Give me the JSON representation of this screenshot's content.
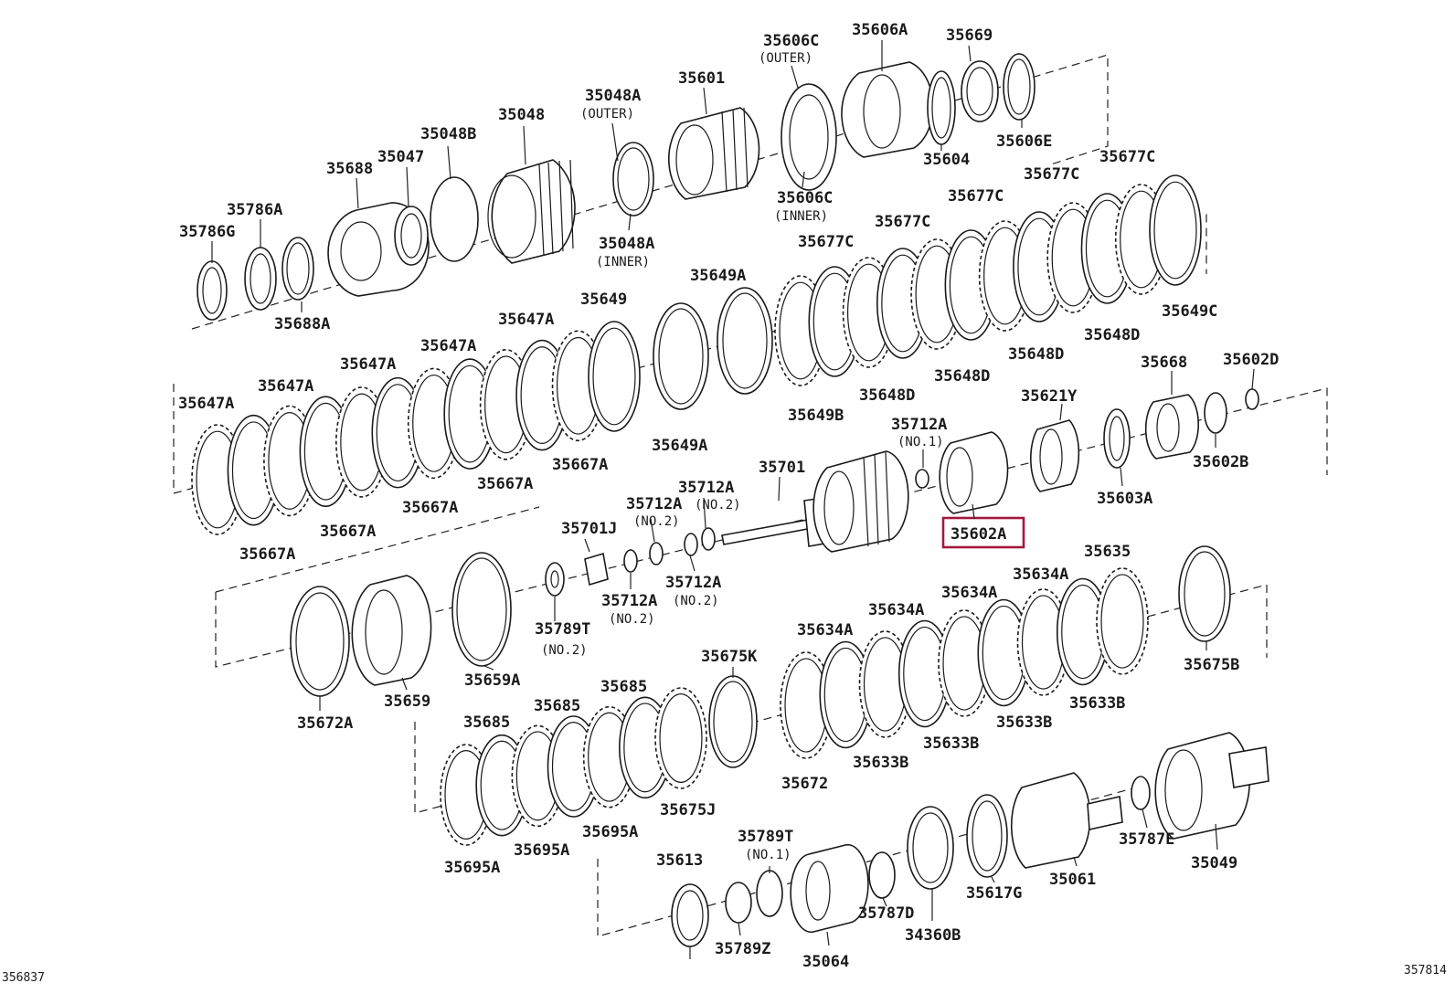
{
  "diagram": {
    "highlighted_part": "35602A",
    "highlight_color": "#a3183f",
    "line_color": "#1a1a1a",
    "ref_left": "356837",
    "ref_right": "357814",
    "labels": {
      "p35606C_outer": "35606C",
      "p35606C_outer_note": "(OUTER)",
      "p35606A": "35606A",
      "p35669": "35669",
      "p35048A_outer": "35048A",
      "p35048A_outer_note": "(OUTER)",
      "p35601": "35601",
      "p35048": "35048",
      "p35048B": "35048B",
      "p35047": "35047",
      "p35688": "35688",
      "p35786A": "35786A",
      "p35786G": "35786G",
      "p35688A": "35688A",
      "p35048A_inner": "35048A",
      "p35048A_inner_note": "(INNER)",
      "p35606C_inner": "35606C",
      "p35606C_inner_note": "(INNER)",
      "p35604": "35604",
      "p35606E": "35606E",
      "p35677C_1": "35677C",
      "p35677C_2": "35677C",
      "p35677C_3": "35677C",
      "p35677C_4": "35677C",
      "p35677C_5": "35677C",
      "p35649A_top": "35649A",
      "p35649": "35649",
      "p35647A_1": "35647A",
      "p35647A_2": "35647A",
      "p35647A_3": "35647A",
      "p35647A_4": "35647A",
      "p35647A_5": "35647A",
      "p35649C": "35649C",
      "p35648D_1": "35648D",
      "p35648D_2": "35648D",
      "p35648D_3": "35648D",
      "p35648D_4": "35648D",
      "p35649B": "35649B",
      "p35649A_bottom": "35649A",
      "p35667A_1": "35667A",
      "p35667A_2": "35667A",
      "p35667A_3": "35667A",
      "p35667A_4": "35667A",
      "p35667A_5": "35667A",
      "p35668": "35668",
      "p35602D": "35602D",
      "p35621Y": "35621Y",
      "p35712A_no1": "35712A",
      "p35712A_no1_note": "(NO.1)",
      "p35602B": "35602B",
      "p35603A": "35603A",
      "p35701": "35701",
      "p35712A_no2_a": "35712A",
      "p35712A_no2_a_note": "(NO.2)",
      "p35712A_no2_b": "35712A",
      "p35712A_no2_b_note": "(NO.2)",
      "p35701J": "35701J",
      "p35602A": "35602A",
      "p35712A_no2_c": "35712A",
      "p35712A_no2_c_note": "(NO.2)",
      "p35712A_no2_d": "35712A",
      "p35712A_no2_d_note": "(NO.2)",
      "p35789T_no2": "35789T",
      "p35789T_no2_note": "(NO.2)",
      "p35659A": "35659A",
      "p35659": "35659",
      "p35672A": "35672A",
      "p35635": "35635",
      "p35634A_1": "35634A",
      "p35634A_2": "35634A",
      "p35634A_3": "35634A",
      "p35634A_4": "35634A",
      "p35675B": "35675B",
      "p35633B_1": "35633B",
      "p35633B_2": "35633B",
      "p35633B_3": "35633B",
      "p35633B_4": "35633B",
      "p35675K": "35675K",
      "p35685_1": "35685",
      "p35685_2": "35685",
      "p35685_3": "35685",
      "p35672": "35672",
      "p35675J": "35675J",
      "p35695A_1": "35695A",
      "p35695A_2": "35695A",
      "p35695A_3": "35695A",
      "p35789T_no1": "35789T",
      "p35789T_no1_note": "(NO.1)",
      "p35613": "35613",
      "p35787E": "35787E",
      "p35049": "35049",
      "p35061": "35061",
      "p35617G": "35617G",
      "p34360B": "34360B",
      "p35787D": "35787D",
      "p35789Z": "35789Z",
      "p35064": "35064"
    }
  }
}
